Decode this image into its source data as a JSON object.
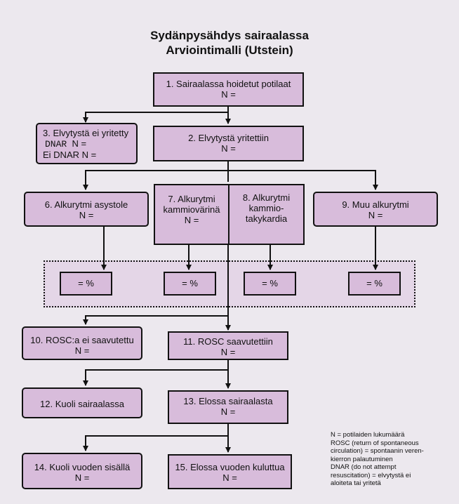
{
  "title": {
    "line1": "Sydänpysähdys sairaalassa",
    "line2": "Arviointimalli (Utstein)"
  },
  "boxes": {
    "b1": {
      "line1": "1. Sairaalassa hoidetut potilaat",
      "line2": "N ="
    },
    "b2": {
      "line1": "2. Elvytystä yritettiin",
      "line2": "N ="
    },
    "b3": {
      "line1": "3. Elvytystä ei yritetty",
      "dnar_label": "DNAR",
      "dnar_value": "N =",
      "nodnar_label": "Ei DNAR",
      "nodnar_value": "N ="
    },
    "b6": {
      "line1": "6. Alkurytmi asystole",
      "line2": "N ="
    },
    "b7": {
      "line1": "7. Alkurytmi",
      "line2": "kammiovärinä",
      "line3": "N ="
    },
    "b8": {
      "line1": "8. Alkurytmi",
      "line2": "kammio-",
      "line3": "takykardia"
    },
    "b9": {
      "line1": "9. Muu alkurytmi",
      "line2": "N ="
    },
    "b10": {
      "line1": "10. ROSC:a ei saavutettu",
      "line2": "N ="
    },
    "b11": {
      "line1": "11. ROSC saavutettiin",
      "line2": "N ="
    },
    "b12": {
      "line1": "12. Kuoli sairaalassa"
    },
    "b13": {
      "line1": "13. Elossa sairaalasta",
      "line2": "N ="
    },
    "b14": {
      "line1": "14. Kuoli vuoden sisällä",
      "line2": "N ="
    },
    "b15": {
      "line1": "15. Elossa vuoden kuluttua",
      "line2": "N ="
    }
  },
  "percent_boxes": [
    "= %",
    "= %",
    "= %",
    "= %"
  ],
  "legend": [
    "N = potilaiden lukumäärä",
    "ROSC (return of spontaneous",
    "circulation) = spontaanin veren-",
    "kierron palautuminen",
    "DNAR (do not attempt",
    "resuscitation) = elvytystä ei",
    "aloiteta tai yritetä"
  ],
  "colors": {
    "box_fill": "#d8bcdb",
    "background": "#ece8ee",
    "dotted_fill": "#e4d6e7"
  }
}
